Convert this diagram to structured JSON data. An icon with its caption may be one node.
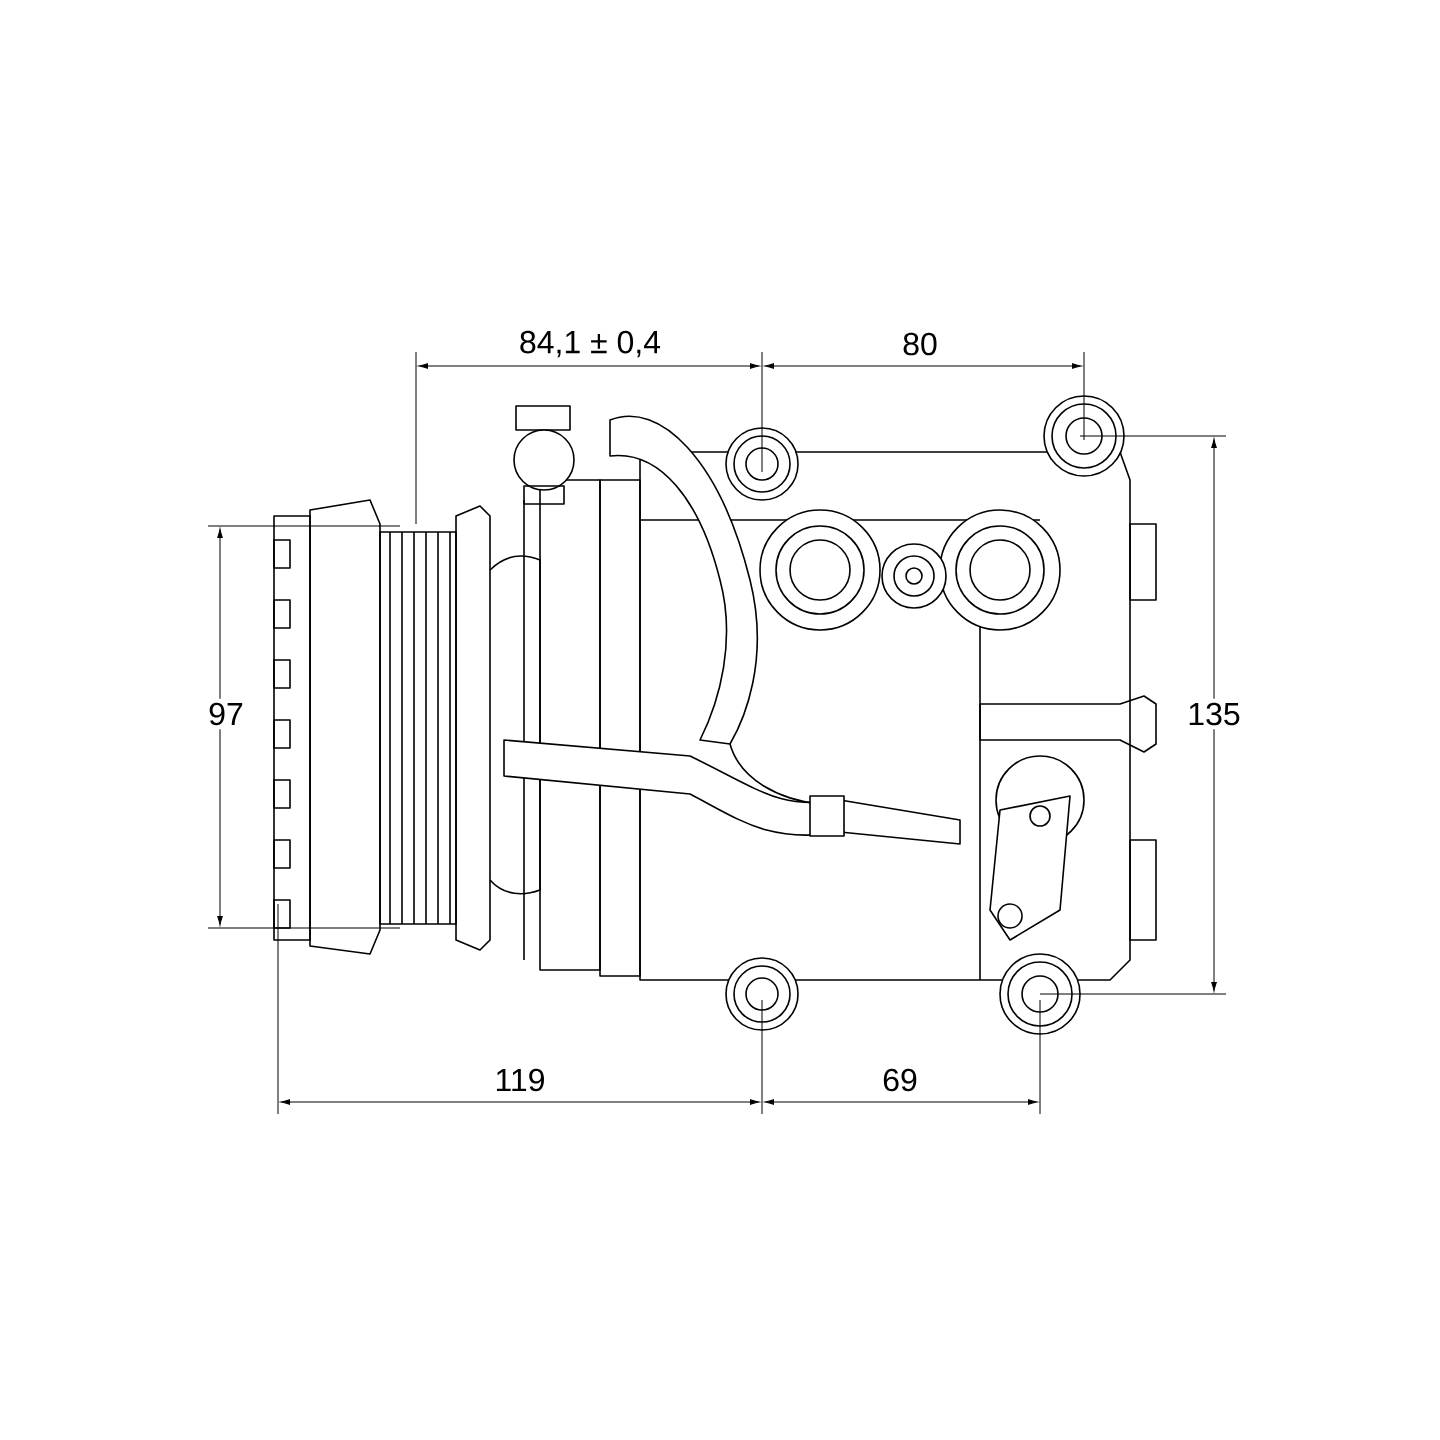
{
  "diagram": {
    "labels": [
      "84,1 ± 0,4",
      "80",
      "97",
      "135",
      "119",
      "69"
    ]
  }
}
